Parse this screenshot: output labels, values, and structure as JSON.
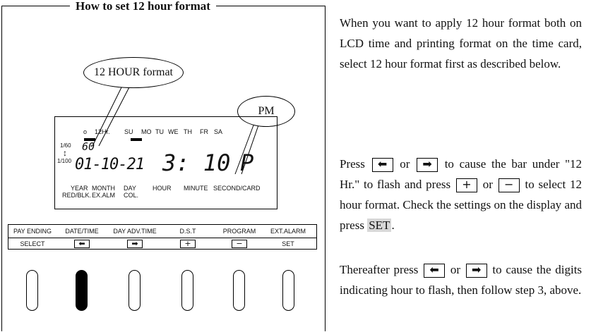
{
  "frame": {
    "title": "How to set 12 hour format"
  },
  "callouts": {
    "hour_format": "12 HOUR format",
    "pm": "PM"
  },
  "lcd": {
    "top_indicators": [
      "o",
      "12Hr.",
      "SU",
      "MO",
      "TU",
      "WE",
      "TH",
      "FR",
      "SA"
    ],
    "left_labels": [
      "1/60",
      "↕",
      "1/100"
    ],
    "small_digits": "60",
    "date_digits": "01-10-21",
    "time_digits": "3: 10",
    "ampm": "P",
    "bottom_labels_row1": [
      "YEAR",
      "MONTH",
      "DAY",
      "HOUR",
      "MINUTE",
      "SECOND/CARD"
    ],
    "bottom_labels_row2": [
      "RED/BLK.",
      "EX.ALM",
      "COL."
    ]
  },
  "panel": {
    "functions": [
      "PAY ENDING",
      "DATE/TIME",
      "DAY ADV.TIME",
      "D.S.T",
      "PROGRAM",
      "EXT.ALARM"
    ],
    "keys": [
      "SELECT",
      "⬅",
      "➡",
      "+",
      "−",
      "SET"
    ],
    "selected_slot": 1
  },
  "instructions": {
    "para1": "When you want to apply 12 hour format both on LCD time and printing format on the time card, select 12 hour format first as described below.",
    "p2_a": "Press",
    "p2_or1": "or",
    "p2_b": "to cause the bar under \"12 Hr.\" to flash and press",
    "p2_or2": "or",
    "p2_c": "to select 12 hour format. Check the settings on the display and press",
    "p2_set": "SET",
    "p2_end": ".",
    "p3_a": "Thereafter press",
    "p3_or": "or",
    "p3_b": "to cause the digits indicating hour to flash, then follow step 3, above.",
    "key_left": "⬅",
    "key_right": "➡",
    "key_plus": "+",
    "key_minus": "−"
  }
}
